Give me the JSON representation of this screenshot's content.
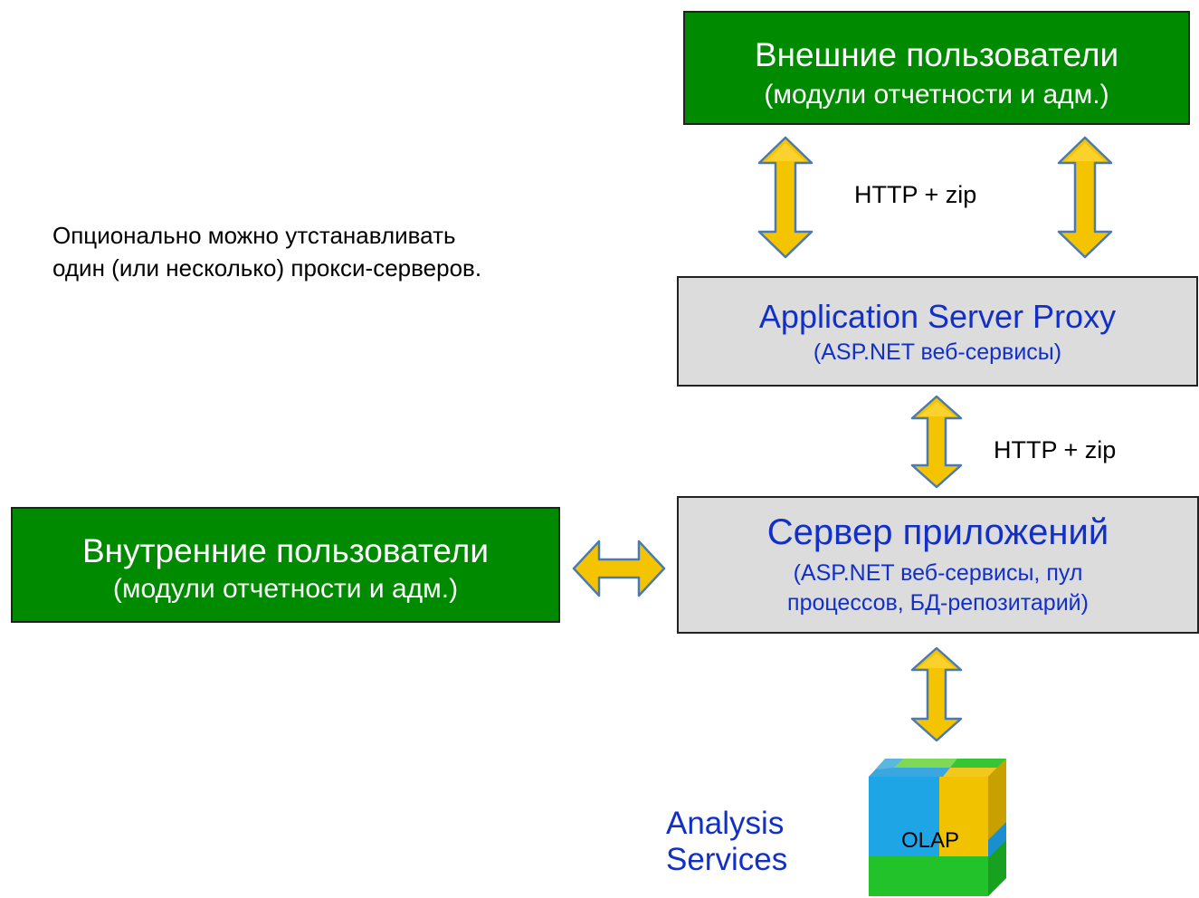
{
  "external_users": {
    "title": "Внешние пользователи",
    "subtitle": "(модули отчетности и адм.)"
  },
  "proxy": {
    "title": "Application Server Proxy",
    "subtitle": "(ASP.NET веб-сервисы)"
  },
  "app_server": {
    "title": "Сервер приложений",
    "subtitle_line1": "(ASP.NET веб-сервисы, пул",
    "subtitle_line2": "процессов, БД-репозитарий)"
  },
  "internal_users": {
    "title": "Внутренние пользователи",
    "subtitle": "(модули отчетности и адм.)"
  },
  "protocol_top": "HTTP + zip",
  "protocol_mid": "HTTP + zip",
  "note": {
    "line1": "Опционально можно утстанавливать",
    "line2": "один (или несколько) прокси-серверов."
  },
  "analysis": {
    "line1": "Analysis",
    "line2": "Services"
  },
  "cube_label": "OLAP",
  "colors": {
    "green_box": "#008a00",
    "grey_box": "#dcdcdc",
    "blue_text": "#1230c8",
    "arrow_fill": "#f5c400",
    "arrow_stroke": "#4a7ab0"
  }
}
